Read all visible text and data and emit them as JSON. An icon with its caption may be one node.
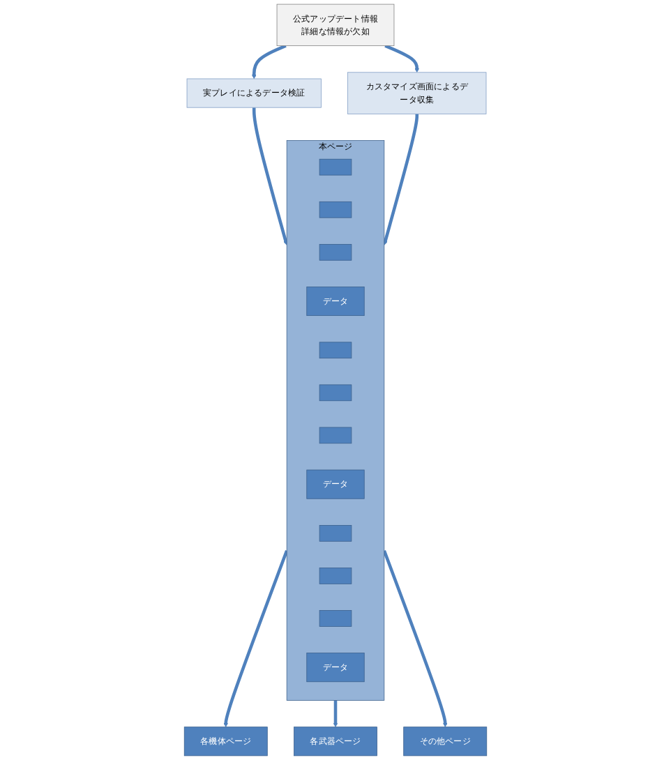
{
  "diagram": {
    "nodes": [
      {
        "text": [
          "公式アップデート情報",
          "詳細な情報が欠如"
        ]
      },
      {
        "text": [
          "実プレイによるデータ検証"
        ]
      },
      {
        "text": [
          "カスタマイズ画面によるデータ収集"
        ]
      },
      {
        "text": [
          "本ページ"
        ]
      },
      {
        "text": [],
        "shape": "box",
        "in": 3
      },
      {
        "text": [],
        "shape": "box",
        "in": 3
      },
      {
        "text": [],
        "shape": "box",
        "in": 3
      },
      {
        "text": [
          "データ"
        ],
        "in": 3
      },
      {
        "text": [],
        "shape": "box",
        "in": 3
      },
      {
        "text": [],
        "shape": "box",
        "in": 3
      },
      {
        "text": [],
        "shape": "box",
        "in": 3
      },
      {
        "text": [
          "データ"
        ],
        "in": 3
      },
      {
        "text": [],
        "shape": "box",
        "in": 3
      },
      {
        "text": [],
        "shape": "box",
        "in": 3
      },
      {
        "text": [],
        "shape": "box",
        "in": 3
      },
      {
        "text": [
          "データ"
        ],
        "in": 3
      },
      {
        "text": [
          "各機体ページ"
        ]
      },
      {
        "text": [
          "各武器ページ"
        ]
      },
      {
        "text": [
          "その他ページ"
        ]
      }
    ],
    "edges": [
      {
        "from": 0,
        "to": 1,
        "arrow": "to"
      },
      {
        "from": 0,
        "to": 2,
        "arrow": "to"
      },
      {
        "from": 1,
        "to": 3,
        "arrow": "to"
      },
      {
        "from": 2,
        "to": 3,
        "arrow": "to"
      },
      {
        "from": 3,
        "to": 16,
        "arrow": "to"
      },
      {
        "from": 3,
        "to": 17,
        "arrow": "to"
      },
      {
        "from": 3,
        "to": 18,
        "arrow": "to"
      }
    ]
  }
}
